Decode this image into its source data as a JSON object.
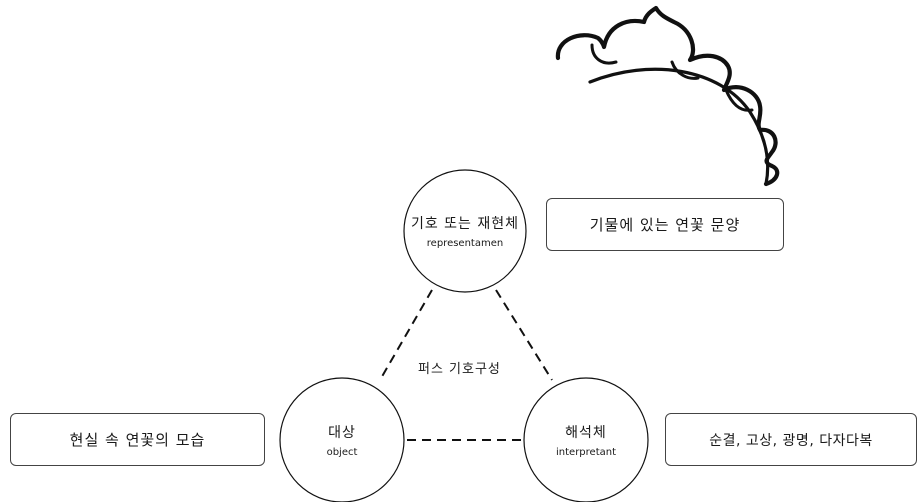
{
  "nodes": {
    "representamen": {
      "ko": "기호 또는 재현체",
      "en": "representamen"
    },
    "object": {
      "ko": "대상",
      "en": "object"
    },
    "interpretant": {
      "ko": "해석체",
      "en": "interpretant"
    }
  },
  "center_label": "퍼스 기호구성",
  "boxes": {
    "pattern": "기물에 있는 연꽃 문양",
    "reality": "현실 속 연꽃의 모습",
    "meaning": "순결, 고상, 광명, 다자다복"
  },
  "icons": {
    "illustration": "lotus-pattern-icon"
  }
}
